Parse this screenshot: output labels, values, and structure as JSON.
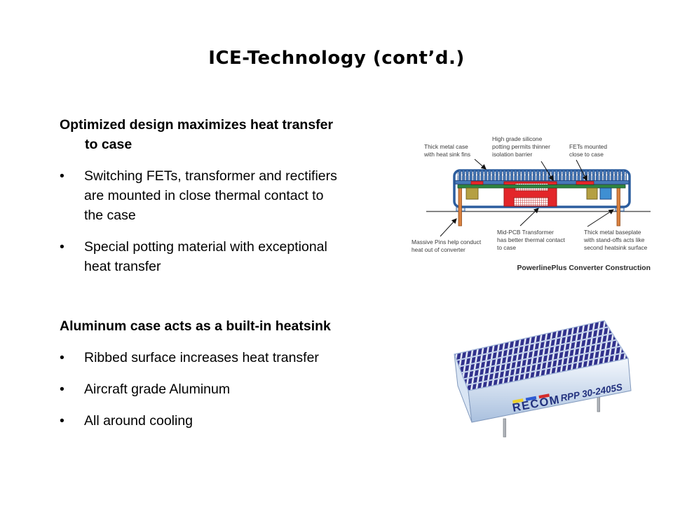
{
  "title": "ICE-Technology (cont’d.)",
  "content": {
    "bullet_char": "•",
    "section1": {
      "heading_lines": [
        "Optimized design maximizes heat transfer",
        "to case"
      ],
      "bullet1_lines": [
        "Switching FETs, transformer and rectifiers",
        "are mounted in close thermal contact to",
        "the case"
      ],
      "bullet2_lines": [
        "Special potting material with exceptional",
        "heat transfer"
      ]
    },
    "section2": {
      "heading": "Aluminum case acts as a built-in heatsink",
      "bullet1": "Ribbed surface increases heat transfer",
      "bullet2": "Aircraft grade Aluminum",
      "bullet3": "All around cooling"
    }
  },
  "diagram": {
    "caption": "PowerlinePlus Converter Construction",
    "labels": {
      "case": [
        "Thick metal case",
        "with heat sink fins"
      ],
      "potting": [
        "High grade silicone",
        "potting permits thinner",
        "isolation barrier"
      ],
      "fets": [
        "FETs mounted",
        "close to case"
      ],
      "pins": [
        "Massive Pins help conduct",
        "heat out of converter"
      ],
      "transformer": [
        "Mid-PCB Transformer",
        "has better thermal contact",
        "to case"
      ],
      "baseplate": [
        "Thick metal baseplate",
        "with stand-offs acts like",
        "second heatsink surface"
      ]
    },
    "colors": {
      "case_blue": "#4679b8",
      "case_outline": "#1d4079",
      "pcb_green": "#2e8540",
      "transformer_red": "#e3262a",
      "component_tan": "#b5a043",
      "component_blue": "#3f8fd2",
      "pin_orange": "#d9813f"
    }
  },
  "product": {
    "brand": "RECOM",
    "model": "RPP 30-2405S",
    "colors": {
      "fin_navy": "#30318c",
      "body_light": "#d9e5f4",
      "logo_navy": "#22317e",
      "bar_yellow": "#ecd12b",
      "bar_blue": "#2d5bd4",
      "bar_red": "#d42b2b"
    }
  }
}
